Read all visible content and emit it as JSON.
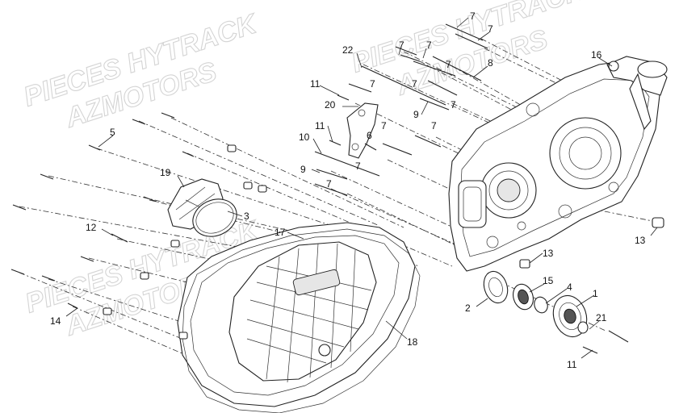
{
  "watermarks": [
    {
      "text": "PIECES HYTRACK"
    },
    {
      "text": "AZMOTORS"
    },
    {
      "text": "PIECES HYTRACK"
    },
    {
      "text": "AZMOTORS"
    },
    {
      "text": "PIECES HYTRACK"
    },
    {
      "text": "AZMOTORS"
    }
  ],
  "callouts": {
    "c7a": "7",
    "c7b": "7",
    "c7c": "7",
    "c7d": "7",
    "c7e": "7",
    "c7f": "7",
    "c7g": "7",
    "c7h": "7",
    "c7i": "7",
    "c7j": "7",
    "c7k": "7",
    "c7l": "7",
    "c22": "22",
    "c8": "8",
    "c16": "16",
    "c11a": "11",
    "c11b": "11",
    "c11c": "11",
    "c20": "20",
    "c6": "6",
    "c9a": "9",
    "c9b": "9",
    "c10": "10",
    "c5": "5",
    "c19": "19",
    "c3": "3",
    "c12": "12",
    "c17": "17",
    "c13a": "13",
    "c13b": "13",
    "c2": "2",
    "c15": "15",
    "c4": "4",
    "c1": "1",
    "c21": "21",
    "c14": "14",
    "c18": "18"
  }
}
